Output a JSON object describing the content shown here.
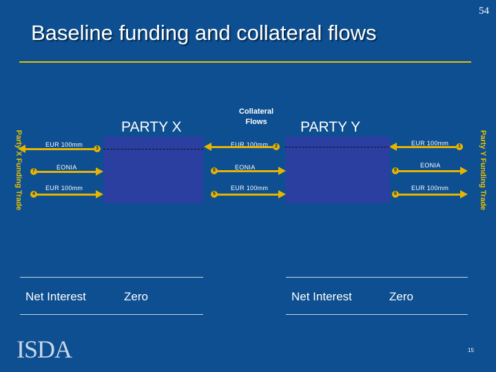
{
  "page_number": "54",
  "title": "Baseline funding and collateral flows",
  "side_labels": {
    "left": "Party X Funding Trade",
    "right": "Party Y Funding Trade"
  },
  "parties": {
    "x": "PARTY X",
    "y": "PARTY Y",
    "middle": "Collateral Flows"
  },
  "flows": [
    {
      "num": "3",
      "label": "EUR 100mm"
    },
    {
      "num": "7",
      "label": "EONIA"
    },
    {
      "num": "4",
      "label": "EUR 100mm"
    },
    {
      "num": "2",
      "label": "EUR 100mm"
    },
    {
      "num": "8",
      "label": "EONIA"
    },
    {
      "num": "5",
      "label": "EUR 100mm"
    },
    {
      "num": "1",
      "label": "EUR 100mm"
    },
    {
      "num": "9",
      "label": "EONIA"
    },
    {
      "num": "6",
      "label": "EUR 100mm"
    }
  ],
  "summary": {
    "x_net": "Net Interest",
    "x_value": "Zero",
    "y_net": "Net Interest",
    "y_value": "Zero"
  },
  "logo": "ISDA",
  "footer_number": "15",
  "colors": {
    "background": "#0d4f91",
    "accent": "#e8b400",
    "party_box": "#2a3fa0"
  }
}
